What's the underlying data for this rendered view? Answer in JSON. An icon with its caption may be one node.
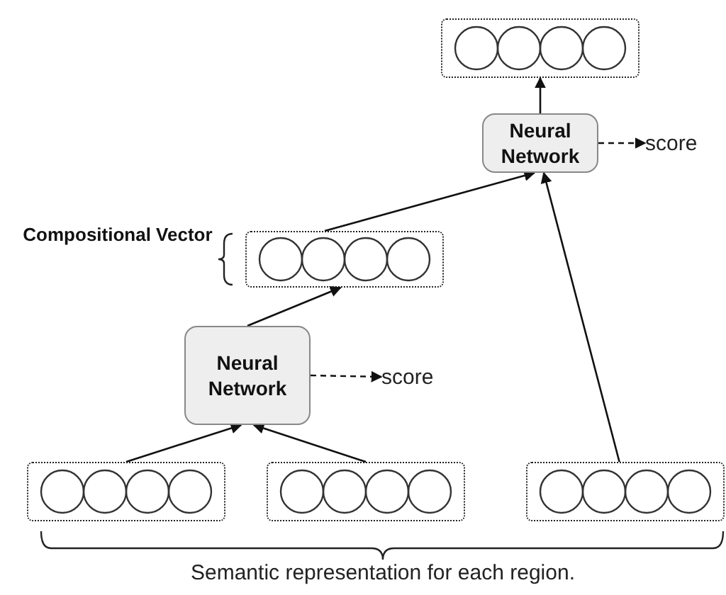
{
  "diagram": {
    "nodes": [
      {
        "text": [],
        "shape": "box"
      },
      {
        "text": [
          "Neural Network"
        ]
      },
      {
        "text": [
          "score"
        ]
      },
      {
        "text": [],
        "shape": "box",
        "beside": [
          "Compositional Vector"
        ]
      },
      {
        "text": [
          "Neural Network"
        ]
      },
      {
        "text": [
          "score"
        ]
      },
      {
        "text": [],
        "shape": "box"
      },
      {
        "text": [],
        "shape": "box"
      },
      {
        "text": [],
        "shape": "box"
      }
    ],
    "edges": [
      {
        "from": 1,
        "to": 0,
        "arrow": "to"
      },
      {
        "from": 1,
        "to": 2,
        "arrow": "to",
        "style": "dashed"
      },
      {
        "from": 3,
        "to": 1,
        "arrow": "to"
      },
      {
        "from": 8,
        "to": 1,
        "arrow": "to"
      },
      {
        "from": 4,
        "to": 3,
        "arrow": "to"
      },
      {
        "from": 4,
        "to": 5,
        "arrow": "to",
        "style": "dashed"
      },
      {
        "from": 6,
        "to": 4,
        "arrow": "to"
      },
      {
        "from": 7,
        "to": 4,
        "arrow": "to"
      }
    ],
    "labels": [
      "Semantic representation for each region."
    ]
  }
}
